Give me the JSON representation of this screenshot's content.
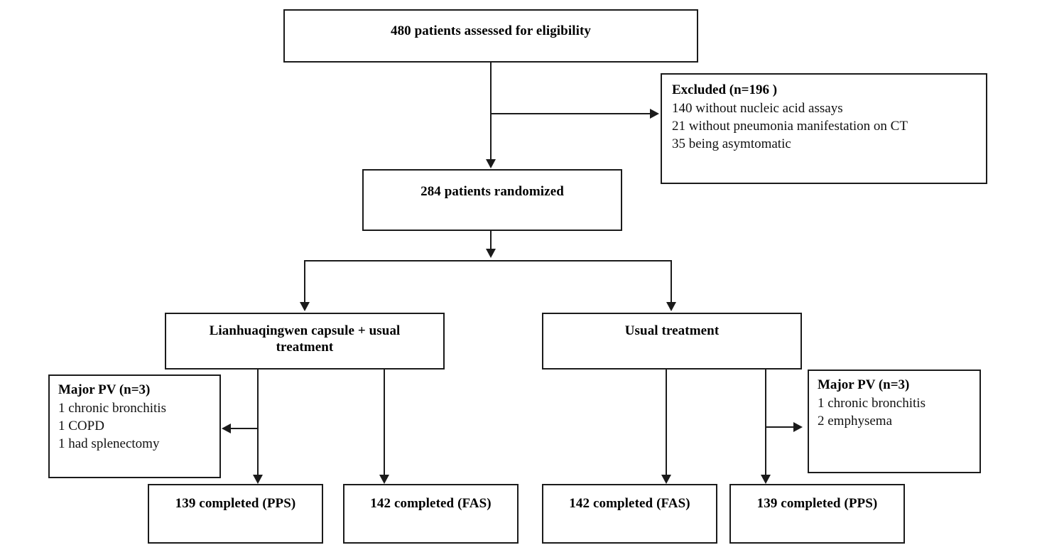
{
  "diagram": {
    "type": "consort-flow-diagram",
    "title": "Patient enrollment and randomization flow",
    "colors": {
      "background": "#ffffff",
      "stroke": "#1b1b1b",
      "text": "#000000"
    }
  },
  "nodes": {
    "assessed": {
      "label": "480 patients assessed for eligibility",
      "count": 480
    },
    "excluded": {
      "heading": "Excluded (n=196 )",
      "count": 196,
      "reasons": [
        "140 without nucleic acid assays",
        "21 without pneumonia manifestation on CT",
        "35 being asymtomatic"
      ]
    },
    "randomized": {
      "label": "284 patients randomized",
      "count": 284
    },
    "arm_treatment": {
      "line1": "Lianhuaqingwen capsule + usual",
      "line2": "treatment"
    },
    "arm_control": {
      "label": "Usual treatment"
    },
    "pv_left": {
      "heading": "Major PV (n=3)",
      "count": 3,
      "items": [
        "1 chronic bronchitis",
        "1 COPD",
        "1 had splenectomy"
      ]
    },
    "pv_right": {
      "heading": "Major PV (n=3)",
      "count": 3,
      "items": [
        "1 chronic bronchitis",
        "2 emphysema"
      ]
    },
    "outcomes": [
      {
        "label": "139 completed (PPS)",
        "count": 139,
        "set": "PPS"
      },
      {
        "label": "142 completed (FAS)",
        "count": 142,
        "set": "FAS"
      },
      {
        "label": "142 completed (FAS)",
        "count": 142,
        "set": "FAS"
      },
      {
        "label": "139 completed (PPS)",
        "count": 139,
        "set": "PPS"
      }
    ]
  }
}
